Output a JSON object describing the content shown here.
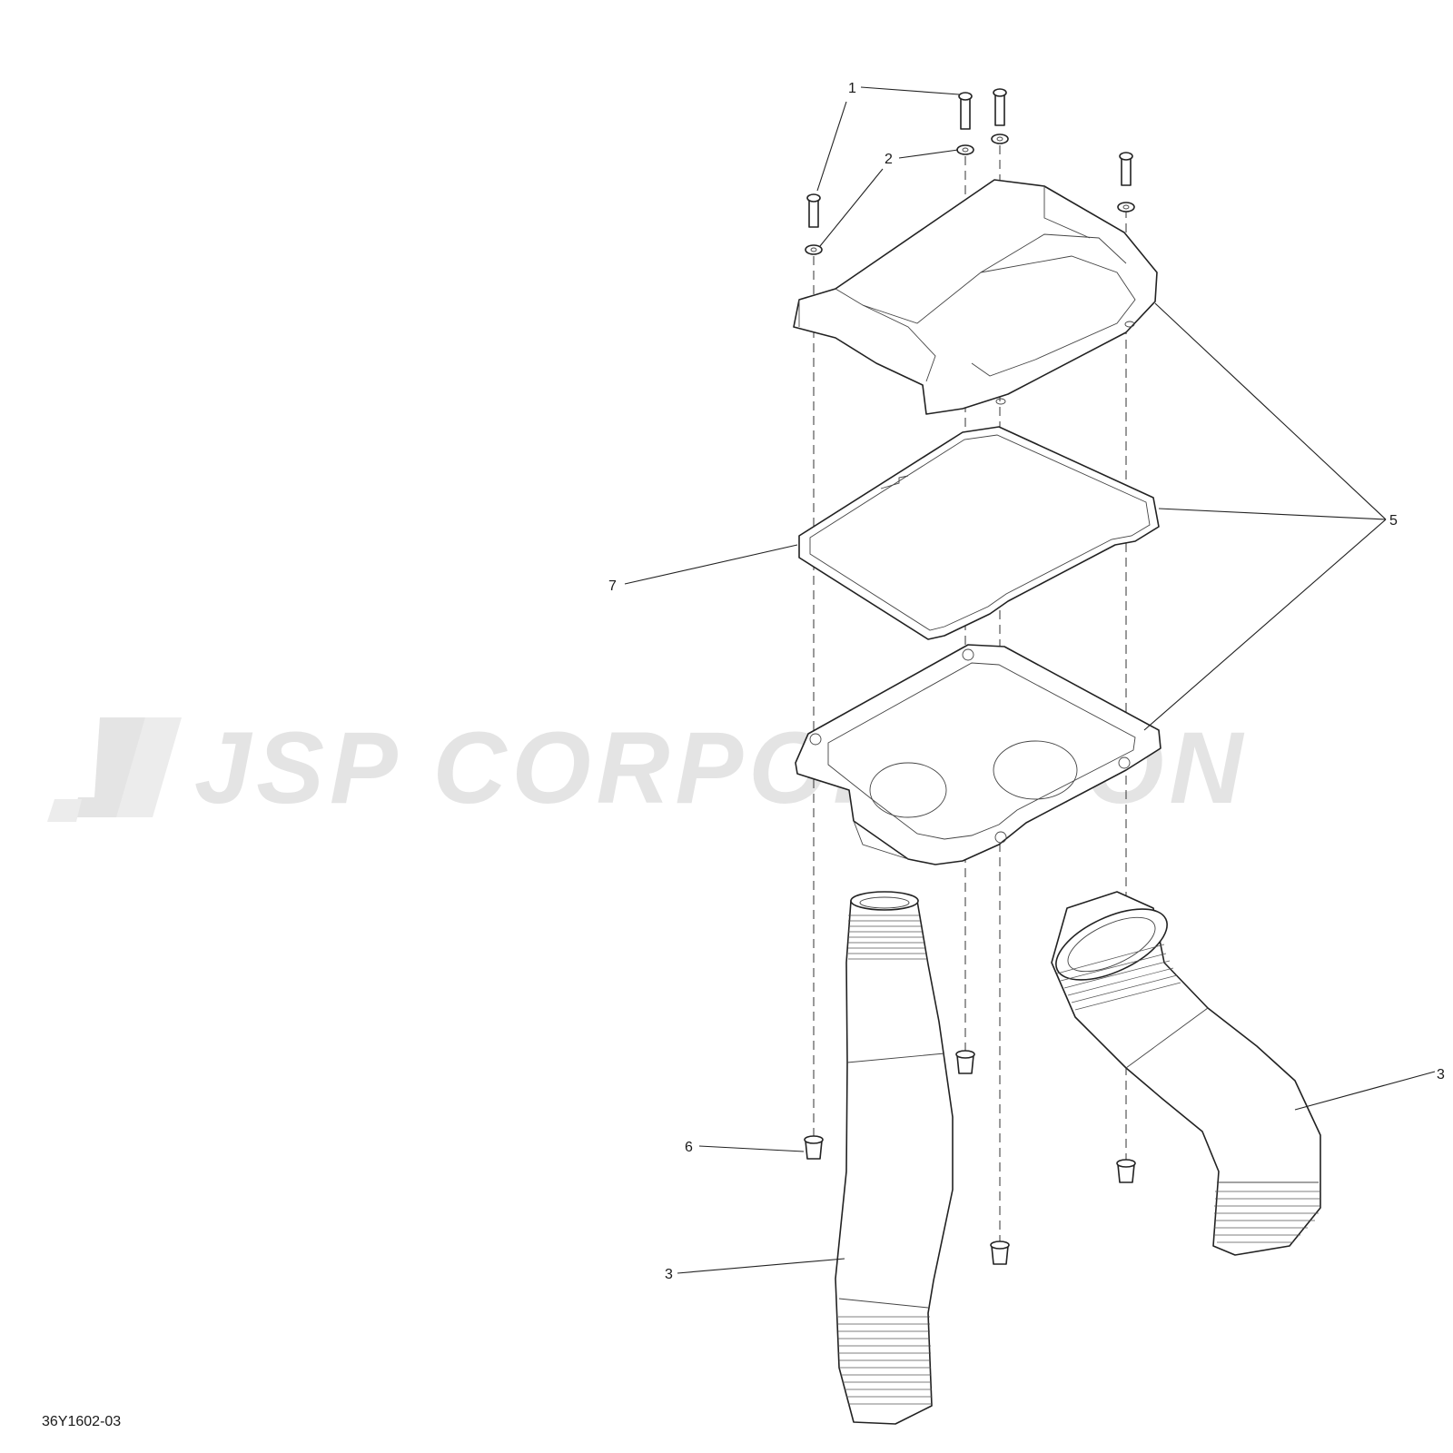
{
  "watermark": {
    "text": "JSP CORPORATION"
  },
  "drawing_code": "36Y1602-03",
  "callouts": [
    {
      "id": "callout-1",
      "label": "1"
    },
    {
      "id": "callout-2",
      "label": "2"
    },
    {
      "id": "callout-3-right",
      "label": "3"
    },
    {
      "id": "callout-3-left",
      "label": "3"
    },
    {
      "id": "callout-5",
      "label": "5"
    },
    {
      "id": "callout-6",
      "label": "6"
    },
    {
      "id": "callout-7",
      "label": "7"
    }
  ],
  "parts": {
    "bolt_icon": "bolt",
    "washer_icon": "flat-washer",
    "cover_icon": "upper-housing-cover",
    "gasket_icon": "gasket",
    "base_icon": "lower-housing",
    "tube_icon": "intake-tube",
    "grommet_icon": "rubber-grommet"
  },
  "colors": {
    "line": "#222222",
    "watermark": "#e4e4e4"
  }
}
